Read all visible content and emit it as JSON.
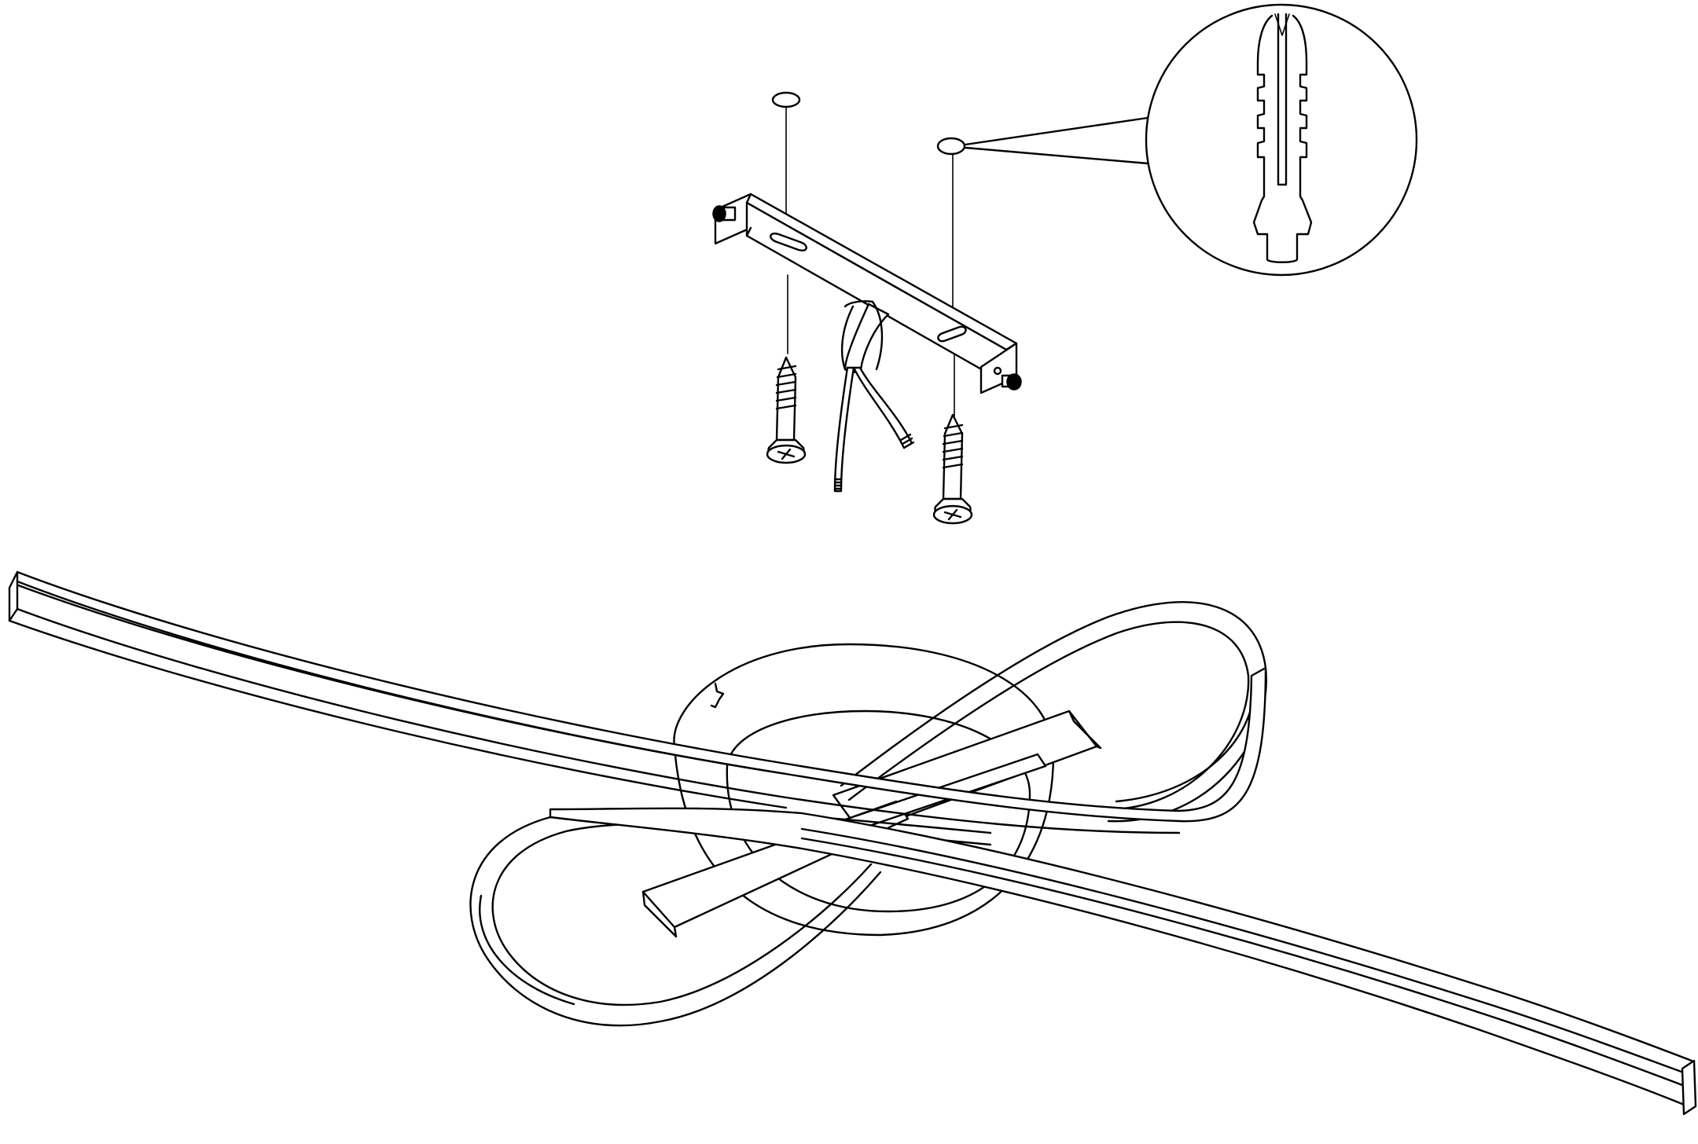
{
  "figure": {
    "type": "assembly-diagram",
    "stroke_color": "#000000",
    "background_color": "#ffffff",
    "components": [
      "ceiling-drill-hole",
      "mounting-bracket",
      "bracket-screw",
      "wall-screw",
      "power-cable",
      "wall-plug-detail-callout",
      "ceiling-canopy",
      "led-ribbon-arm",
      "cross-bar"
    ]
  }
}
